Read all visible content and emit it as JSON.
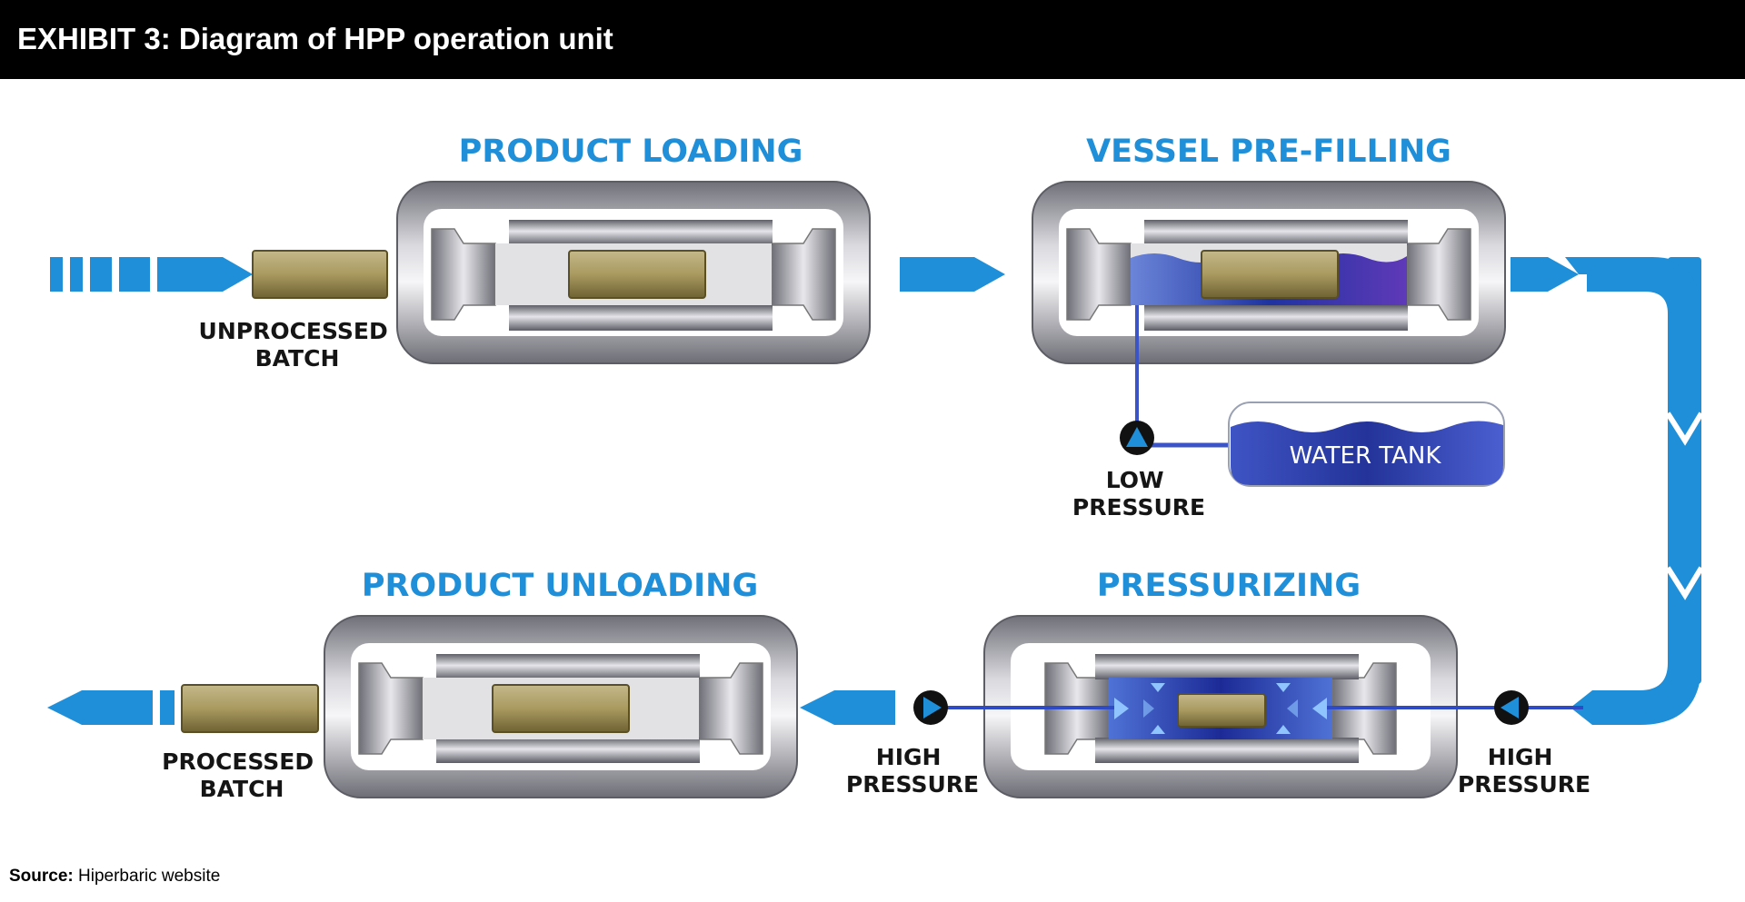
{
  "header": {
    "title": "EXHIBIT 3: Diagram of HPP operation unit"
  },
  "stages": {
    "loading": {
      "title": "PRODUCT LOADING"
    },
    "prefilling": {
      "title": "VESSEL PRE-FILLING"
    },
    "pressurizing": {
      "title": "PRESSURIZING"
    },
    "unloading": {
      "title": "PRODUCT UNLOADING"
    }
  },
  "labels": {
    "unprocessed": [
      "UNPROCESSED",
      "BATCH"
    ],
    "processed": [
      "PROCESSED",
      "BATCH"
    ],
    "low_pressure": [
      "LOW",
      "PRESSURE"
    ],
    "high_pressure_left": [
      "HIGH",
      "PRESSURE"
    ],
    "high_pressure_right": [
      "HIGH",
      "PRESSURE"
    ],
    "water_tank": "WATER TANK"
  },
  "footer": {
    "source_label": "Source:",
    "source_text": " Hiperbaric website"
  },
  "colors": {
    "accent": "#1e8fd8",
    "water": "#2a3fa6",
    "header_bg": "#000000"
  }
}
